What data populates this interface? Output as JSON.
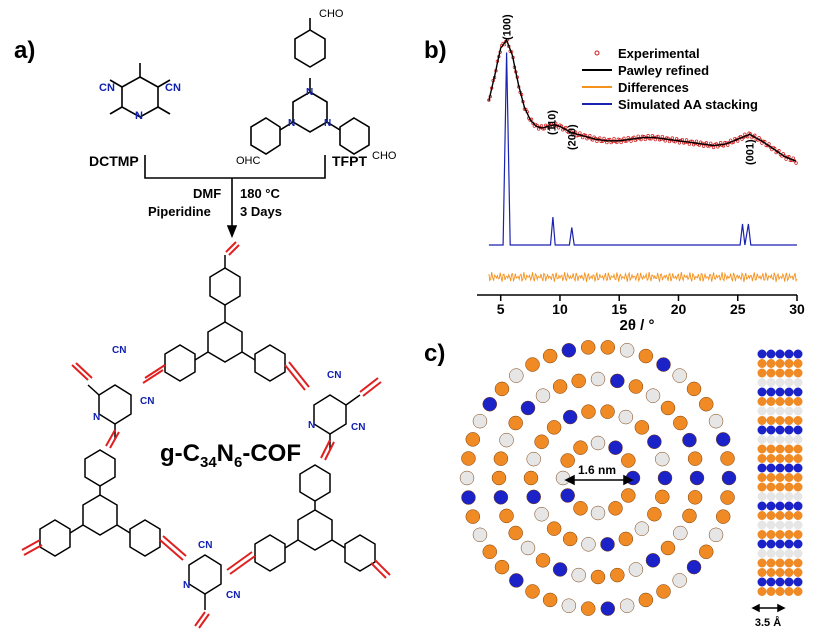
{
  "panels": {
    "a": "a)",
    "b": "b)",
    "c": "c)"
  },
  "scheme": {
    "reactant_left": "DCTMP",
    "reactant_right": "TFPT",
    "cond_left_1": "DMF",
    "cond_left_2": "Piperidine",
    "cond_right_1": "180 °C",
    "cond_right_2": "3 Days",
    "cn": "CN",
    "cho": "CHO",
    "ohc": "OHC",
    "n": "N",
    "product": "g-C34N6-COF",
    "product_parts": [
      "g-C",
      "34",
      "N",
      "6",
      "-COF"
    ]
  },
  "structure": {
    "pore_label": "1.6 nm",
    "stack_label": "3.5 Å"
  },
  "colors": {
    "carbon": "#f08a24",
    "nitrogen": "#1a22c8",
    "hydrogen": "#e6e6e6",
    "bond_red": "#e02020",
    "n_blue": "#1020b0"
  },
  "chart_data": {
    "type": "line",
    "xlabel": "2θ / °",
    "xlim": [
      3,
      30
    ],
    "xticks": [
      5,
      10,
      15,
      20,
      25,
      30
    ],
    "legend": [
      {
        "name": "Experimental",
        "color": "#d01818",
        "marker": "o"
      },
      {
        "name": "Pawley refined",
        "color": "#000000"
      },
      {
        "name": "Differences",
        "color": "#f5921e"
      },
      {
        "name": "Simulated AA stacking",
        "color": "#1a22b0"
      }
    ],
    "peak_labels": [
      {
        "label": "(100)",
        "x": 5.5
      },
      {
        "label": "(110)",
        "x": 9.3
      },
      {
        "label": "(200)",
        "x": 10.8
      },
      {
        "label": "(001)",
        "x": 26.0
      }
    ],
    "series": [
      {
        "name": "Experimental",
        "x": [
          4,
          4.5,
          5,
          5.5,
          6,
          6.5,
          7,
          7.5,
          8,
          8.5,
          9,
          9.5,
          10,
          10.5,
          11,
          12,
          13,
          14,
          15,
          16,
          17,
          18,
          19,
          20,
          21,
          22,
          23,
          24,
          25,
          26,
          27,
          28,
          29,
          30
        ],
        "y": [
          0.62,
          0.78,
          0.95,
          1.0,
          0.9,
          0.72,
          0.58,
          0.5,
          0.46,
          0.45,
          0.46,
          0.47,
          0.46,
          0.44,
          0.42,
          0.4,
          0.38,
          0.37,
          0.37,
          0.38,
          0.39,
          0.39,
          0.38,
          0.37,
          0.36,
          0.35,
          0.34,
          0.35,
          0.38,
          0.41,
          0.37,
          0.32,
          0.27,
          0.24
        ]
      },
      {
        "name": "Simulated AA stacking",
        "x": [
          4,
          5.2,
          5.5,
          5.8,
          9.2,
          9.4,
          9.6,
          10.8,
          11.0,
          11.2,
          25.2,
          25.4,
          25.6,
          25.9,
          26.1,
          30
        ],
        "y": [
          0,
          0,
          0.55,
          0,
          0,
          0.08,
          0,
          0,
          0.05,
          0,
          0,
          0.06,
          0,
          0.06,
          0,
          0
        ]
      }
    ]
  }
}
